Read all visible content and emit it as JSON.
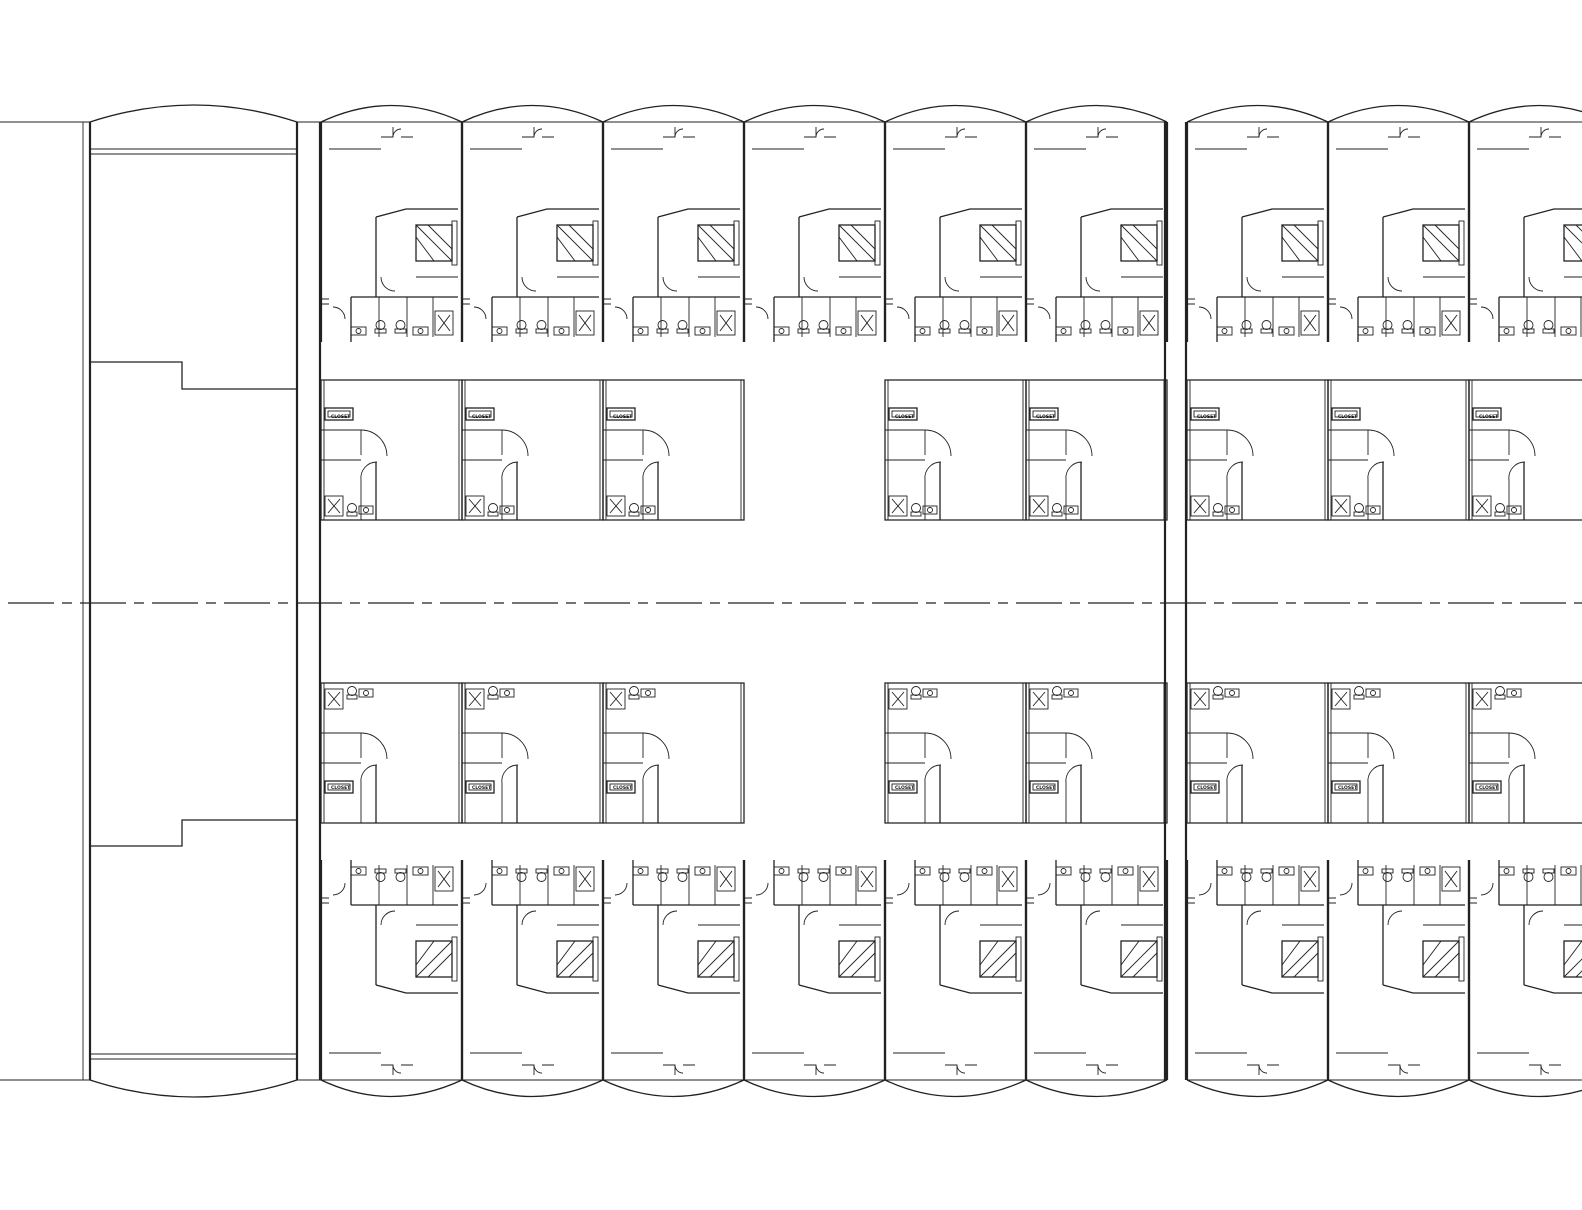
{
  "plan": {
    "colors": {
      "line": "#222222",
      "background": "#ffffff"
    },
    "closet_label": "CLOSET",
    "block_a_unit_count": 6,
    "block_b_unit_count": 3,
    "large_units_per_row": 9,
    "small_units_per_row": 8,
    "symbols": [
      "bed-icon",
      "toilet-icon",
      "sink-icon",
      "shower-icon",
      "closet-icon",
      "door-swing-icon"
    ]
  }
}
